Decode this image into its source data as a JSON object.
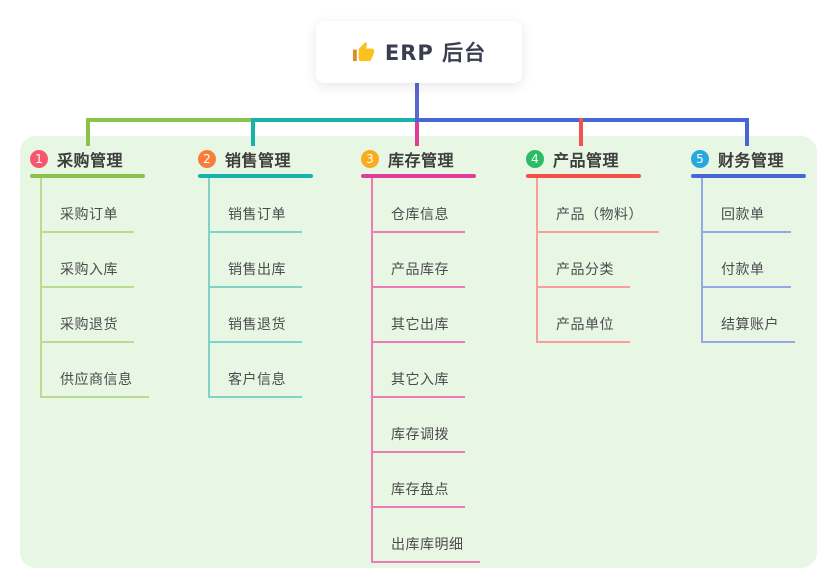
{
  "root": {
    "label": "ERP 后台",
    "icon": "thumbs-up",
    "line_color": "#5a68ce"
  },
  "panel": {
    "background": "#e8f6e4"
  },
  "branches": [
    {
      "index": "1",
      "label": "采购管理",
      "badge_color": "#f8566f",
      "line_color": "#8bc34a",
      "sub_line_color": "#b9dc92",
      "items": [
        "采购订单",
        "采购入库",
        "采购退货",
        "供应商信息"
      ]
    },
    {
      "index": "2",
      "label": "销售管理",
      "badge_color": "#f97e3d",
      "line_color": "#17b3ab",
      "sub_line_color": "#7fd2ca",
      "items": [
        "销售订单",
        "销售出库",
        "销售退货",
        "客户信息"
      ]
    },
    {
      "index": "3",
      "label": "库存管理",
      "badge_color": "#fbab1f",
      "line_color": "#e13c97",
      "sub_line_color": "#f07ab8",
      "items": [
        "仓库信息",
        "产品库存",
        "其它出库",
        "其它入库",
        "库存调拨",
        "库存盘点",
        "出库库明细"
      ]
    },
    {
      "index": "4",
      "label": "产品管理",
      "badge_color": "#2cbd64",
      "line_color": "#f5504e",
      "sub_line_color": "#f7a09b",
      "items": [
        "产品（物料）",
        "产品分类",
        "产品单位"
      ]
    },
    {
      "index": "5",
      "label": "财务管理",
      "badge_color": "#29a8e0",
      "line_color": "#4566d4",
      "sub_line_color": "#93a9e6",
      "items": [
        "回款单",
        "付款单",
        "结算账户"
      ]
    }
  ]
}
